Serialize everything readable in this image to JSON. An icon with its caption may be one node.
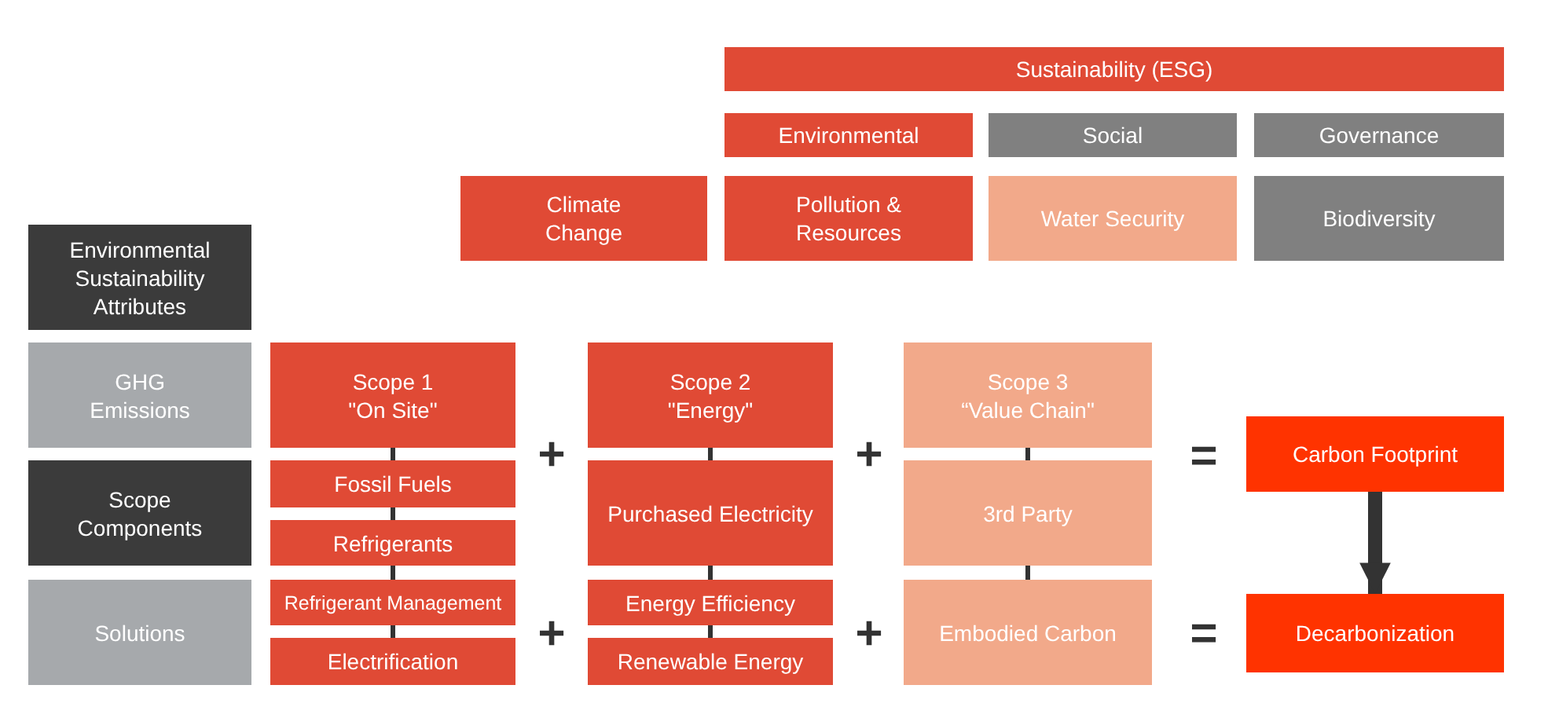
{
  "diagram": {
    "nodes": [
      {
        "text": [
          "Sustainability (ESG)"
        ]
      },
      {
        "text": [
          "Environmental"
        ]
      },
      {
        "text": [
          "Social"
        ]
      },
      {
        "text": [
          "Governance"
        ]
      },
      {
        "text": [
          "Climate Change"
        ]
      },
      {
        "text": [
          "Pollution & Resources"
        ]
      },
      {
        "text": [
          "Water Security"
        ]
      },
      {
        "text": [
          "Biodiversity"
        ]
      },
      {
        "text": [
          "Environmental Sustainability Attributes"
        ]
      },
      {
        "text": [
          "GHG Emissions"
        ]
      },
      {
        "text": [
          "Scope Components"
        ]
      },
      {
        "text": [
          "Solutions"
        ]
      },
      {
        "text": [
          "Scope 1",
          "\"On Site\""
        ]
      },
      {
        "text": [
          "Fossil Fuels"
        ]
      },
      {
        "text": [
          "Refrigerants"
        ]
      },
      {
        "text": [
          "Refrigerant Management"
        ]
      },
      {
        "text": [
          "Electrification"
        ]
      },
      {
        "text": [
          "Scope 2",
          "\"Energy\""
        ]
      },
      {
        "text": [
          "Purchased Electricity"
        ]
      },
      {
        "text": [
          "Energy Efficiency"
        ]
      },
      {
        "text": [
          "Renewable Energy"
        ]
      },
      {
        "text": [
          "Scope 3",
          "“Value Chain\""
        ]
      },
      {
        "text": [
          "3rd Party"
        ]
      },
      {
        "text": [
          "Embodied Carbon"
        ]
      },
      {
        "text": [
          "Carbon Footprint"
        ]
      },
      {
        "text": [
          "Decarbonization"
        ]
      }
    ],
    "edges": [
      {
        "from": 12,
        "to": 13,
        "arrow": "none"
      },
      {
        "from": 13,
        "to": 14,
        "arrow": "none"
      },
      {
        "from": 14,
        "to": 15,
        "arrow": "none"
      },
      {
        "from": 15,
        "to": 16,
        "arrow": "none"
      },
      {
        "from": 17,
        "to": 18,
        "arrow": "none"
      },
      {
        "from": 18,
        "to": 19,
        "arrow": "none"
      },
      {
        "from": 19,
        "to": 20,
        "arrow": "none"
      },
      {
        "from": 21,
        "to": 22,
        "arrow": "none"
      },
      {
        "from": 22,
        "to": 23,
        "arrow": "none"
      },
      {
        "from": 24,
        "to": 25,
        "arrow": "to",
        "style": "thick"
      }
    ],
    "labels": [
      "+",
      "+",
      "=",
      "+",
      "+",
      "="
    ]
  }
}
